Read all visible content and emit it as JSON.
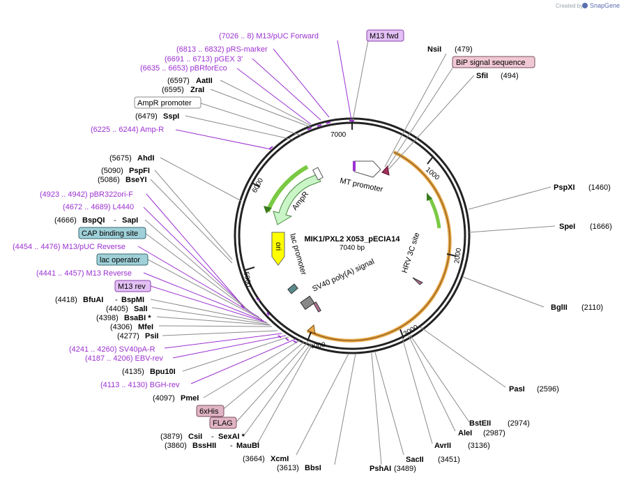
{
  "credit": {
    "text": "Created by",
    "brand": "SnapGene"
  },
  "plasmid": {
    "name": "MIK1/PXL2 X053_pECIA14",
    "length": "7040 bp"
  },
  "ticks": [
    "1000",
    "2000",
    "3000",
    "4000",
    "5000",
    "6000",
    "7000"
  ],
  "map_features": {
    "ampr": "AmpR",
    "mt_promoter": "MT promoter",
    "lac_promoter": "lac promoter",
    "ori": "ori",
    "hrv": "HRV 3C site",
    "sv40": "SV40 poly(A) signal"
  },
  "right_labels": {
    "nsi_name": "NsiI",
    "nsi_pos": "(479)",
    "bip": "BiP signal sequence",
    "sfi_name": "SfiI",
    "sfi_pos": "(494)",
    "pspxi_name": "PspXI",
    "pspxi_pos": "(1460)",
    "spe_name": "SpeI",
    "spe_pos": "(1666)",
    "bgl_name": "BglII",
    "bgl_pos": "(2110)",
    "pas_name": "PasI",
    "pas_pos": "(2596)",
    "bste_name": "BstEII",
    "bste_pos": "(2974)",
    "ale_name": "AleI",
    "ale_pos": "(2987)",
    "avr_name": "AvrII",
    "avr_pos": "(3136)",
    "sac_name": "SacII",
    "sac_pos": "(3451)",
    "psha_name": "PshAI",
    "psha_pos": "(3489)",
    "bbs_name": "BbsI",
    "bbs_pos": "(3613)",
    "xcm_name": "XcmI",
    "xcm_pos": "(3664)"
  },
  "left_labels": {
    "m13f_primer": "(7026 .. 8)  M13/pUC Forward",
    "m13fwd": "M13 fwd",
    "prs": "(6813 .. 6832)  pRS-marker",
    "pgex": "(6691 .. 6713)  pGEX 3'",
    "pbrfor": "(6635 .. 6653)  pBRforEco",
    "aat_pos": "(6597)",
    "aat_name": "AatII",
    "zra_pos": "(6595)",
    "zra_name": "ZraI",
    "ampr_promoter": "AmpR promoter",
    "ssp_pos": "(6479)",
    "ssp_name": "SspI",
    "ampr_primer": "(6225 .. 6244)  Amp-R",
    "ahd_pos": "(5675)",
    "ahd_name": "AhdI",
    "psp_pos": "(5090)",
    "psp_name": "PspFI",
    "bsey_pos": "(5086)",
    "bsey_name": "BseYI",
    "pbr322": "(4923 .. 4942)  pBR322ori-F",
    "l4440": "(4672 .. 4689)  L4440",
    "bspq_pos": "(4666)",
    "bspq_name": "BspQI",
    "sap_name": "SapI",
    "cap": "CAP binding site",
    "m13puc_rev": "(4454 .. 4476)  M13/pUC Reverse",
    "lac_operator": "lac operator",
    "m13rev_primer": "(4441 .. 4457)  M13 Reverse",
    "m13rev": "M13 rev",
    "bfua_pos": "(4418)",
    "bfua_name": "BfuAI",
    "bspmi_name": "BspMI",
    "sal_pos": "(4405)",
    "sal_name": "SalI",
    "bsab_pos": "(4398)",
    "bsab_name": "BsaBI *",
    "mfe_pos": "(4306)",
    "mfe_name": "MfeI",
    "psi_pos": "(4277)",
    "psi_name": "PsiI",
    "sv40pa": "(4241 .. 4260)  SV40pA-R",
    "ebv": "(4187 .. 4206)  EBV-rev",
    "bpu_pos": "(4135)",
    "bpu_name": "Bpu10I",
    "bgh": "(4113 .. 4130)  BGH-rev",
    "pme_pos": "(4097)",
    "pme_name": "PmeI",
    "his": "6xHis",
    "flag": "FLAG",
    "csi_pos": "(3879)",
    "csi_name": "CsiI",
    "sexa_name": "SexAI *",
    "bsshii_pos": "(3860)",
    "bsshii_name": "BssHII",
    "maub_name": "MauBI"
  }
}
